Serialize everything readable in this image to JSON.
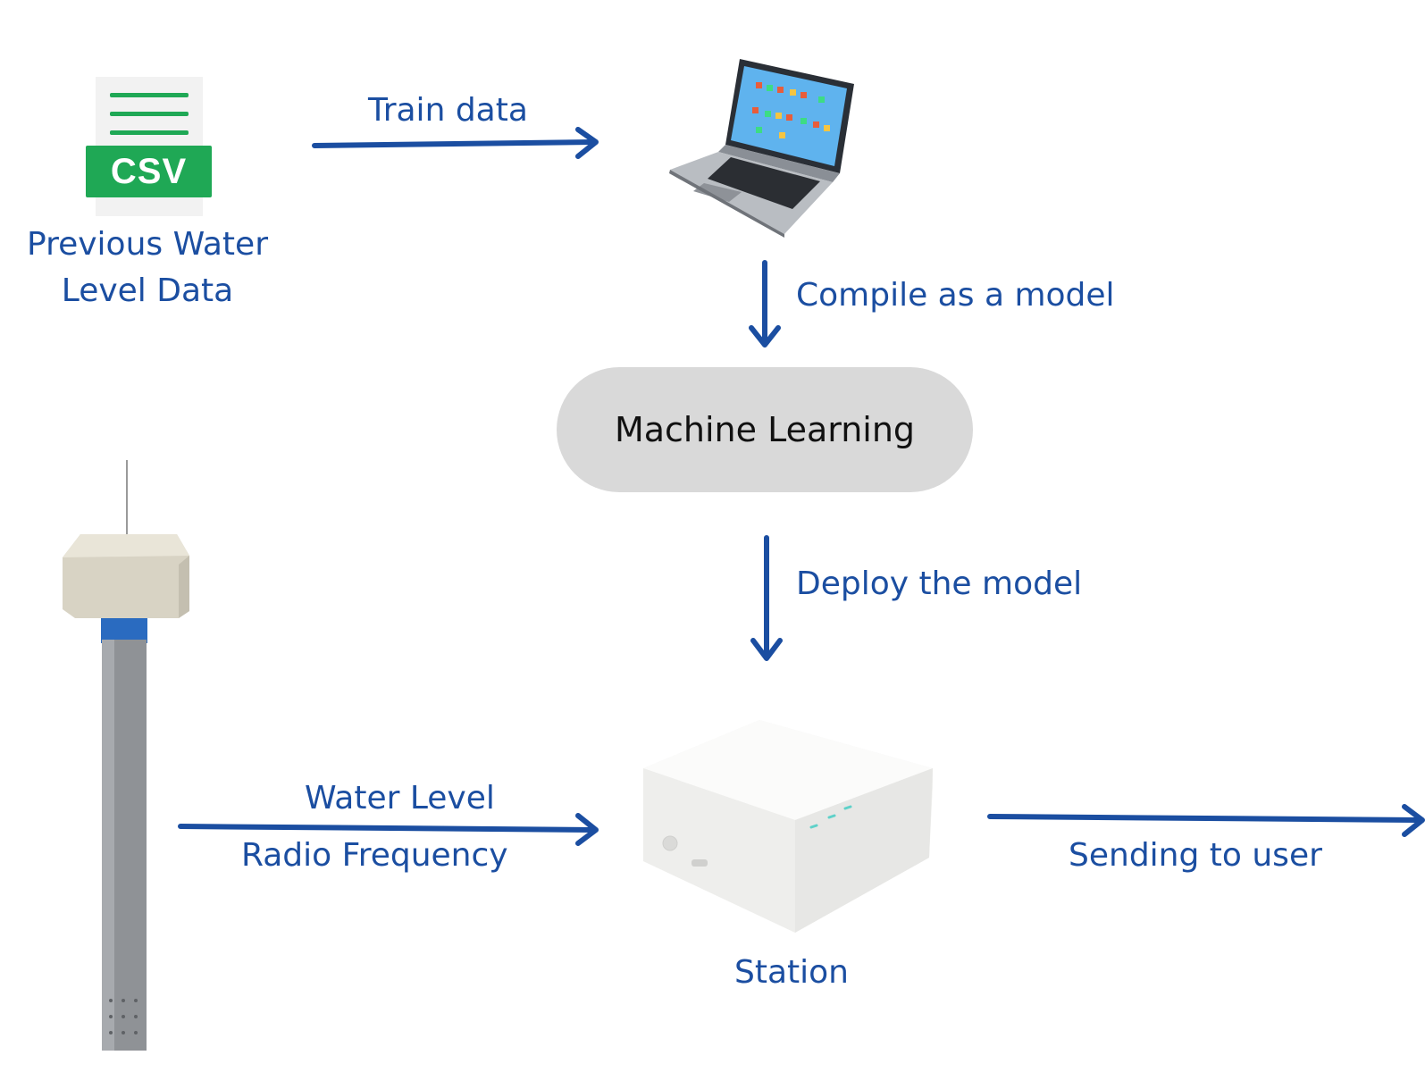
{
  "csv_source": {
    "badge": "CSV",
    "caption_line1": "Previous Water",
    "caption_line2": "Level Data",
    "icon": "csv-file-icon"
  },
  "laptop": {
    "icon": "laptop-icon"
  },
  "ml_node": {
    "label": "Machine Learning"
  },
  "sensor": {
    "icon": "water-level-sensor-icon"
  },
  "station": {
    "label": "Station",
    "icon": "station-router-icon"
  },
  "edges": {
    "train": "Train data",
    "compile": "Compile as a model",
    "deploy": "Deploy the model",
    "water_level": "Water Level",
    "radio_frequency": "Radio Frequency",
    "send": "Sending to user"
  },
  "colors": {
    "arrow": "#1b4ea1",
    "text": "#1b4ea1",
    "csv_green": "#1fa855",
    "node_fill": "#d9d9d9"
  }
}
